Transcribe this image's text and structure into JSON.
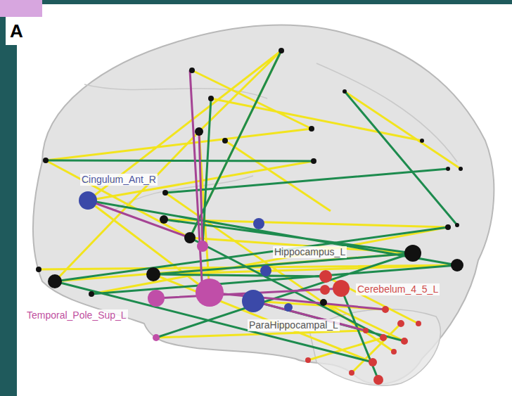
{
  "diagram": {
    "labels": [
      "A",
      "Cingulum_Ant_R",
      "Hippocampus_L",
      "Cerebelum_4_5_L",
      "Temporal_Pole_Sup_L",
      "ParaHippocampal_L"
    ]
  }
}
